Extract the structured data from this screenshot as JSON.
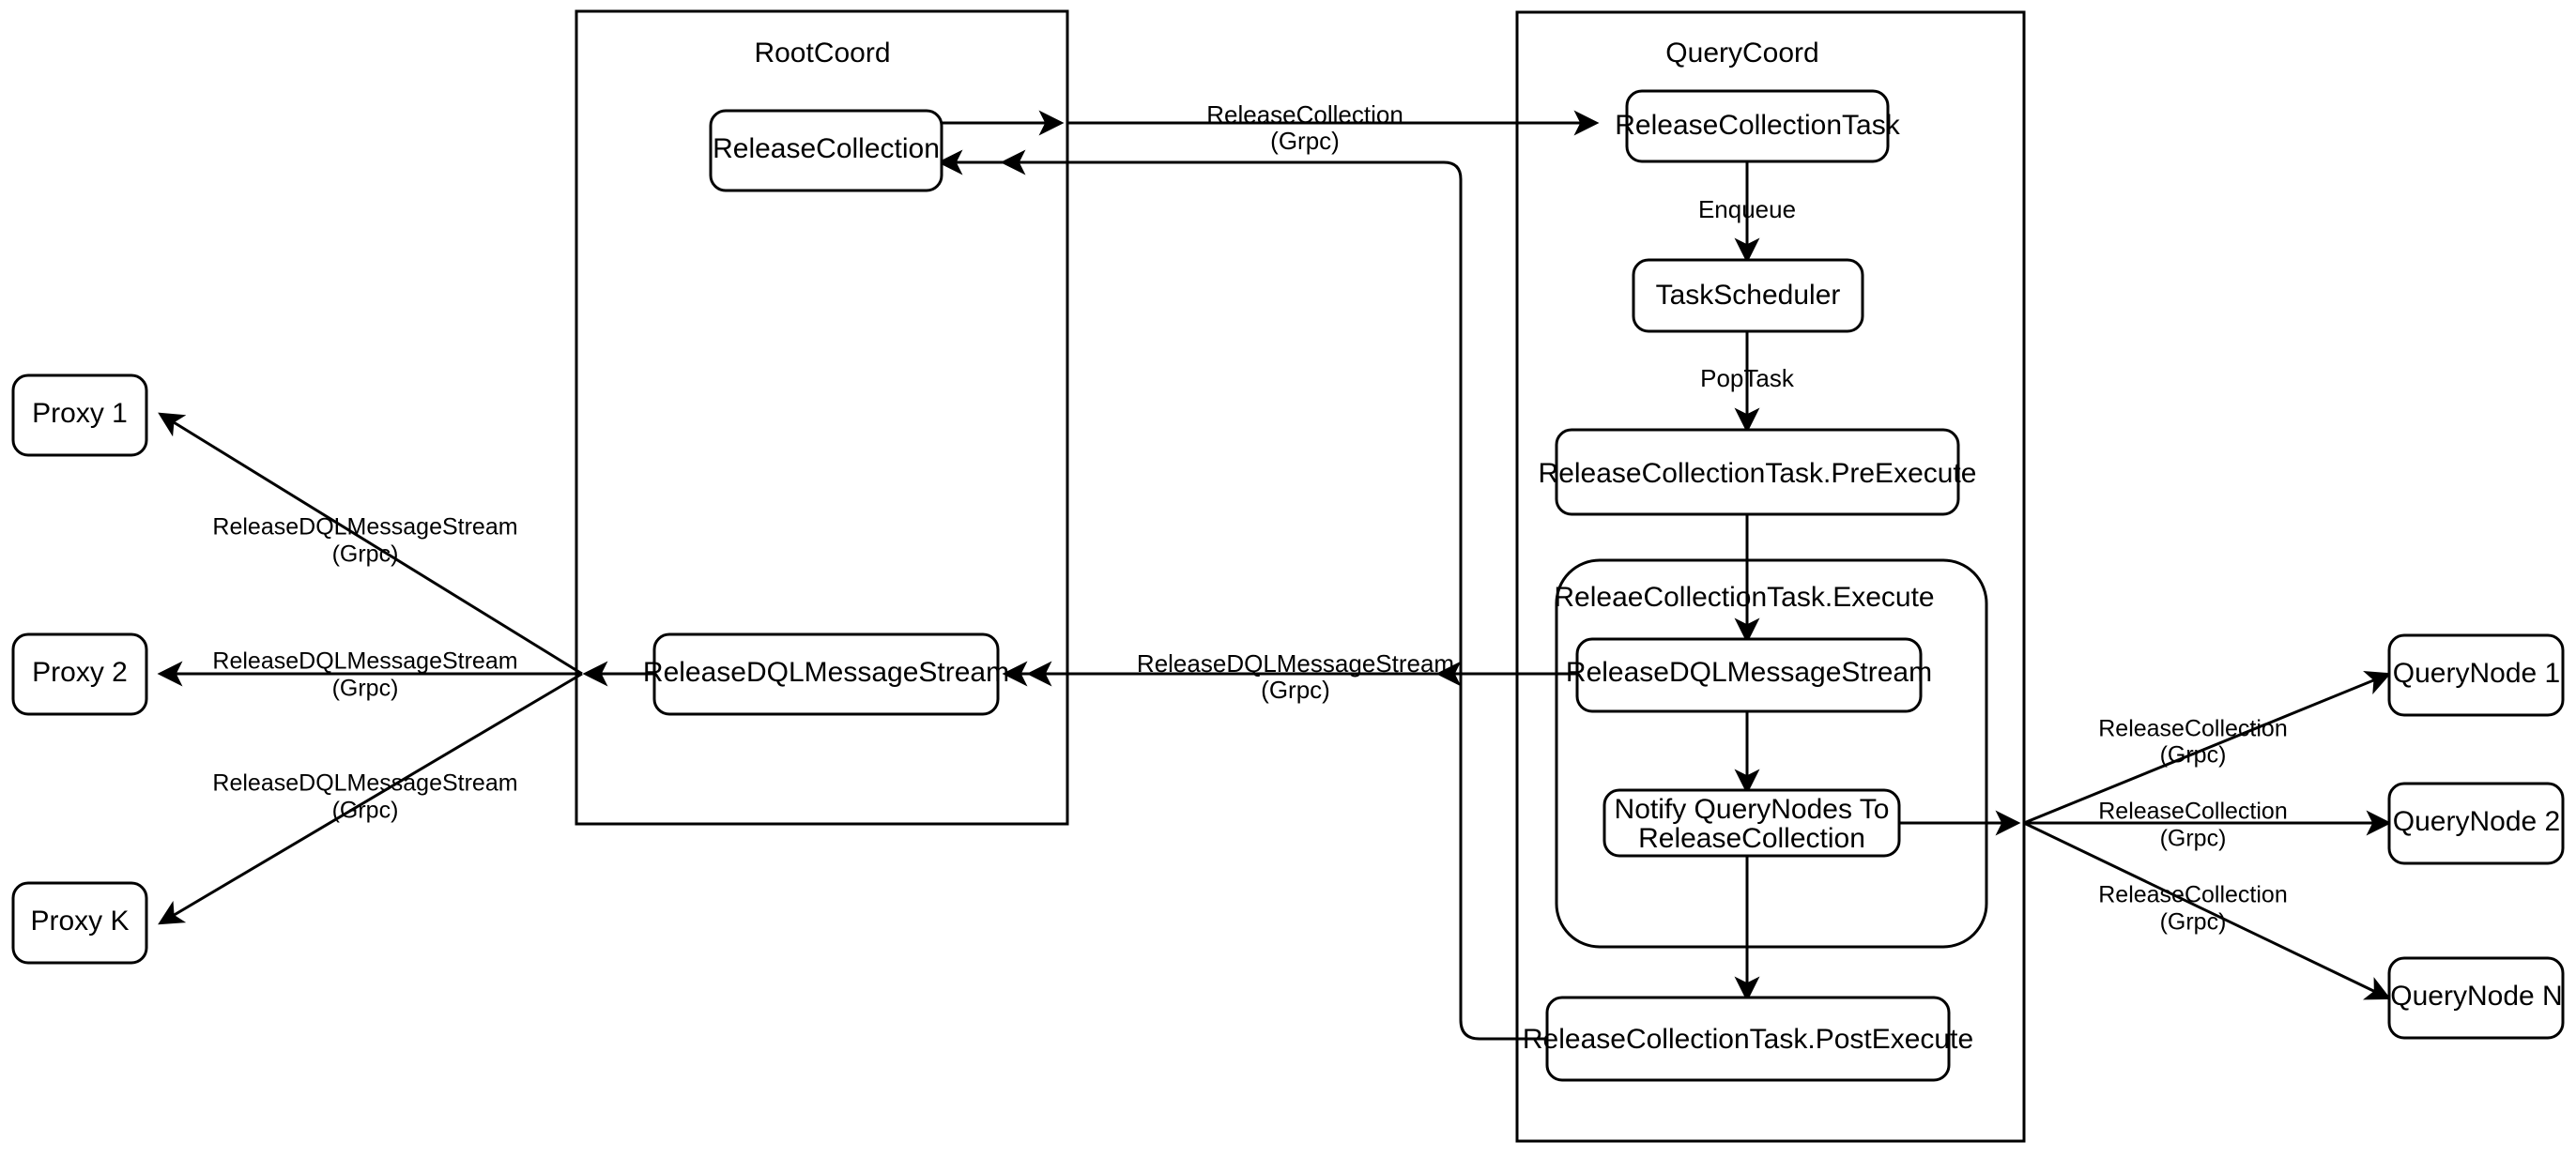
{
  "diagram": {
    "title": "Milvus ReleaseCollection flow",
    "colors": {
      "background": "#ffffff",
      "stroke": "#000000",
      "node_fill": "#ffffff",
      "text": "#000000"
    },
    "groups": [
      {
        "id": "rootcoord",
        "label": "RootCoord"
      },
      {
        "id": "querycoord",
        "label": "QueryCoord"
      },
      {
        "id": "execute",
        "label": "ReleaeCollectionTask.Execute"
      }
    ],
    "nodes": {
      "proxy_1": "Proxy 1",
      "proxy_2": "Proxy 2",
      "proxy_k": "Proxy K",
      "release_collection": "ReleaseCollection",
      "release_dql_message_stream_root": "ReleaseDQLMessageStream",
      "release_collection_task": "ReleaseCollectionTask",
      "task_scheduler": "TaskScheduler",
      "pre_execute": "ReleaseCollectionTask.PreExecute",
      "release_dql_message_stream_qc": "ReleaseDQLMessageStream",
      "notify_query_nodes_line1": "Notify QueryNodes To",
      "notify_query_nodes_line2": "ReleaseCollection",
      "post_execute": "ReleaseCollectionTask.PostExecute",
      "query_node_1": "QueryNode 1",
      "query_node_2": "QueryNode 2",
      "query_node_n": "QueryNode N"
    },
    "edge_labels": {
      "release_collection_grpc_line1": "ReleaseCollection",
      "release_collection_grpc_line2": "(Grpc)",
      "enqueue": "Enqueue",
      "pop_task": "PopTask",
      "release_dql_grpc_line1": "ReleaseDQLMessageStream",
      "release_dql_grpc_line2": "(Grpc)",
      "proxy1_label_line1": "ReleaseDQLMessageStream",
      "proxy1_label_line2": "(Grpc)",
      "proxy2_label_line1": "ReleaseDQLMessageStream",
      "proxy2_label_line2": "(Grpc)",
      "proxyk_label_line1": "ReleaseDQLMessageStream",
      "proxyk_label_line2": "(Grpc)",
      "qn1_label_line1": "ReleaseCollection",
      "qn1_label_line2": "(Grpc)",
      "qn2_label_line1": "ReleaseCollection",
      "qn2_label_line2": "(Grpc)",
      "qnn_label_line1": "ReleaseCollection",
      "qnn_label_line2": "(Grpc)"
    }
  }
}
